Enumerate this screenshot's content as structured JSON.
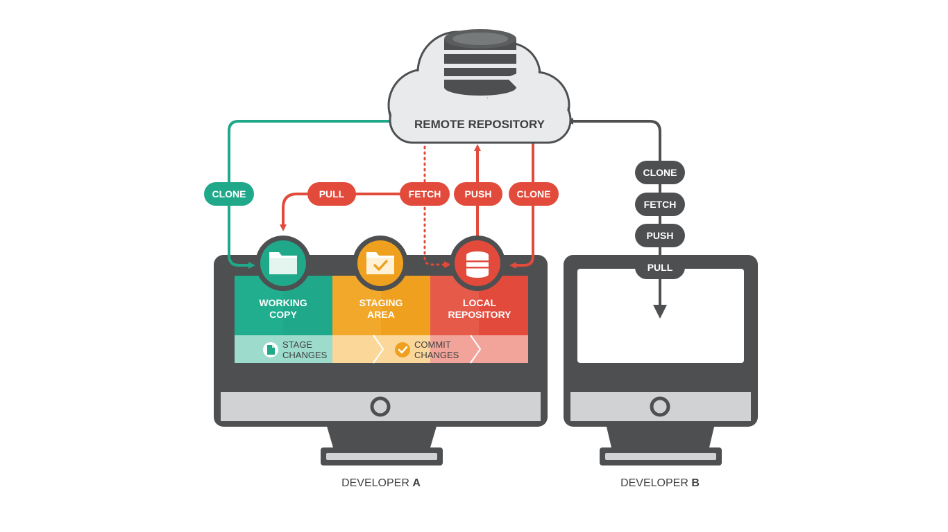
{
  "remote": {
    "label": "REMOTE REPOSITORY"
  },
  "developer_a": {
    "label_prefix": "DEVELOPER ",
    "label_letter": "A",
    "areas": {
      "working_copy": [
        "WORKING",
        "COPY"
      ],
      "staging_area": [
        "STAGING",
        "AREA"
      ],
      "local_repository": [
        "LOCAL",
        "REPOSITORY"
      ]
    },
    "steps": {
      "stage_changes": [
        "STAGE",
        "CHANGES"
      ],
      "commit_changes": [
        "COMMIT",
        "CHANGES"
      ]
    },
    "actions": {
      "clone_left": "CLONE",
      "pull": "PULL",
      "fetch": "FETCH",
      "push": "PUSH",
      "clone_right": "CLONE"
    }
  },
  "developer_b": {
    "label_prefix": "DEVELOPER ",
    "label_letter": "B",
    "actions": [
      "CLONE",
      "FETCH",
      "PUSH",
      "PULL"
    ]
  },
  "colors": {
    "teal": "#1fa889",
    "orange": "#f0a01f",
    "red": "#e24a3b",
    "dark_gray": "#4d4f50",
    "mid_gray": "#5b5d5e",
    "light_gray": "#d1d2d3",
    "cloud": "#e9eaeb"
  },
  "icons": {
    "remote": "database-icon",
    "working_copy": "folder-icon",
    "staging_area": "folder-check-icon",
    "local_repository": "database-icon",
    "stage_changes": "document-icon",
    "commit_changes": "checkmark-icon"
  }
}
